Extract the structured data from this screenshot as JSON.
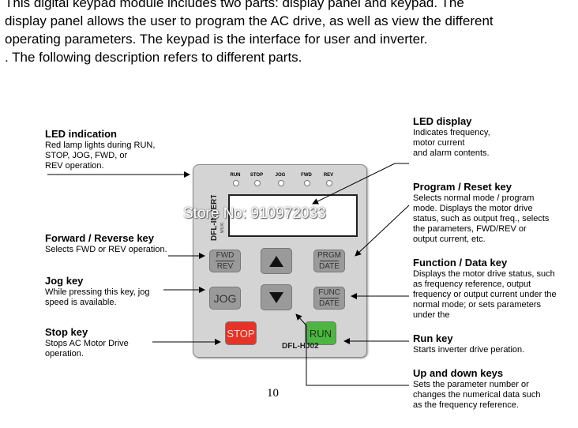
{
  "intro": [
    "This digital keypad module includes two parts: display panel and keypad. The",
    "display panel allows the user to program the AC drive, as well as view the different",
    "operating parameters. The keypad is the interface for user and inverter.",
    ". The following description refers to different parts."
  ],
  "labels": {
    "led_indication": {
      "title": "LED indication",
      "desc": "Red lamp lights during RUN,\nSTOP, JOG, FWD, or\nREV operation."
    },
    "forward_reverse": {
      "title": "Forward / Reverse key",
      "desc": "Selects FWD or REV operation."
    },
    "jog": {
      "title": "Jog key",
      "desc": "While pressing this key, jog\nspeed is available."
    },
    "stop": {
      "title": "Stop key",
      "desc": "Stops AC Motor Drive\noperation."
    },
    "led_display": {
      "title": "LED display",
      "desc": "Indicates frequency,\nmotor current\nand alarm contents."
    },
    "program_reset": {
      "title": "Program / Reset key",
      "desc": "Selects normal mode / program\nmode. Displays the motor drive\nstatus, such as output freq., selects\nthe parameters, FWD/REV or\noutput current, etc."
    },
    "function_data": {
      "title": "Function / Data key",
      "desc": "Displays the motor drive status, such\nas frequency reference, output\nfrequency or output current under the\nnormal mode; or sets parameters\nunder the"
    },
    "run": {
      "title": "Run key",
      "desc": "Starts inverter drive peration."
    },
    "up_down": {
      "title": "Up and down keys",
      "desc": "Sets the parameter number or\nchanges the numerical data such\nas the frequency reference."
    }
  },
  "keypad": {
    "leds": [
      "RUN",
      "STOP",
      "JOG",
      "FWD",
      "REV"
    ],
    "brand": "DFL-INVERTER",
    "brand_sub": "WUXI",
    "fwd": "FWD",
    "rev": "REV",
    "prgm": "PRGM",
    "date1": "DATE",
    "jog": "JOG",
    "func": "FUNC",
    "date2": "DATE",
    "stop": "STOP",
    "run": "RUN",
    "model": "DFL-HJ02",
    "up_icon": "up-triangle-icon",
    "down_icon": "down-triangle-icon",
    "stop_color": "#e53327",
    "run_color": "#4db542"
  },
  "watermark": "Store No: 910972033",
  "page_number": "10"
}
